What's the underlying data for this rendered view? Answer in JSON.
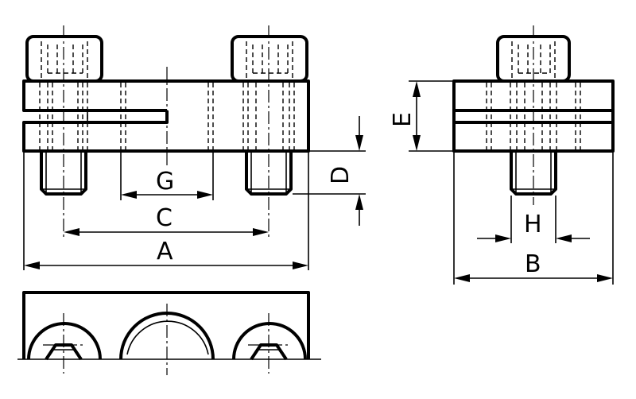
{
  "drawing": {
    "type": "engineering-dimension-drawing",
    "dimension_labels": {
      "A": "A",
      "B": "B",
      "C": "C",
      "D": "D",
      "E": "E",
      "G": "G",
      "H": "H"
    },
    "line_color": "#000000",
    "background": "#ffffff"
  }
}
